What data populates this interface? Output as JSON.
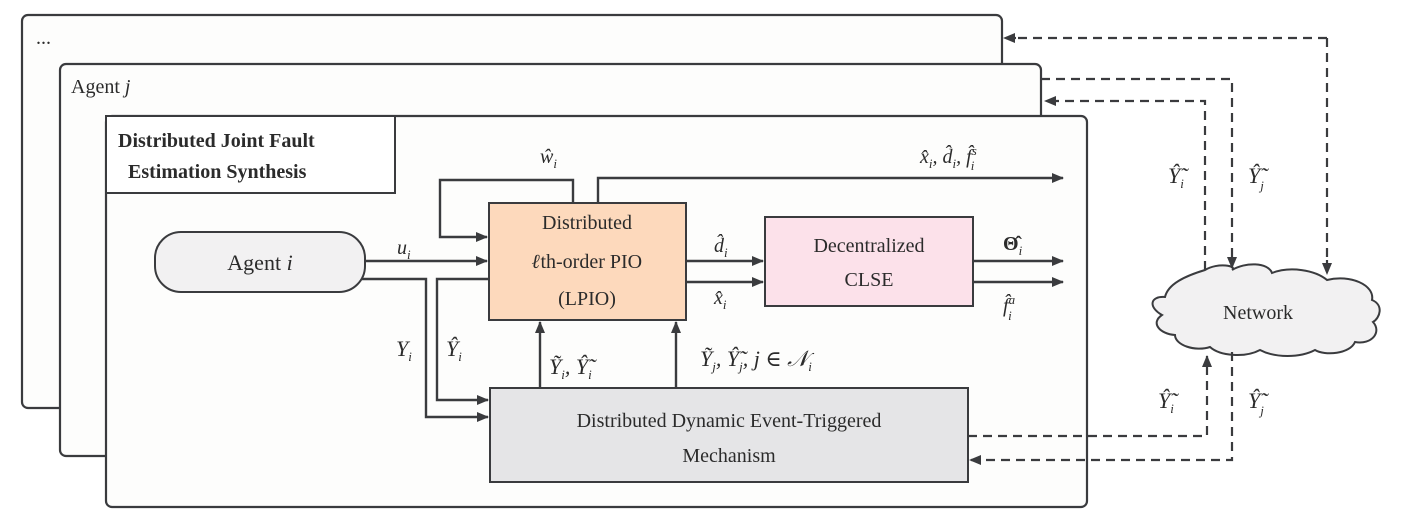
{
  "frames": {
    "outer": {
      "label": "..."
    },
    "agent_j": {
      "label_prefix": "Agent ",
      "label_var": "j"
    },
    "main": {
      "title_line1": "Distributed Joint Fault",
      "title_line2": "Estimation Synthesis"
    }
  },
  "blocks": {
    "agent_i": {
      "label_prefix": "Agent ",
      "label_var": "i",
      "fill": "#F2F1F2"
    },
    "lpio": {
      "line1": "Distributed",
      "line2_script": "ℓ",
      "line2_rest": "th-order PIO",
      "line3": "(LPIO)",
      "fill": "#FDD9BC"
    },
    "clse": {
      "line1": "Decentralized",
      "line2": "CLSE",
      "fill": "#FCE1EA"
    },
    "det": {
      "line1": "Distributed Dynamic Event-Triggered",
      "line2": "Mechanism",
      "fill": "#E5E5E7"
    },
    "network": {
      "label": "Network",
      "fill": "#F2F1F2"
    }
  },
  "signals": {
    "w_hat": {
      "base": "ŵ",
      "sub": "i"
    },
    "top_output": {
      "text": "x̂",
      "sub1": "i",
      "d": "d̂",
      "sub2": "i",
      "f": "f̂",
      "sup3": "s",
      "sub3": "i"
    },
    "u": {
      "base": "u",
      "sub": "i"
    },
    "d_hat": {
      "base": "d̂",
      "sub": "i"
    },
    "x_hat": {
      "base": "x̂",
      "sub": "i"
    },
    "theta_hat": {
      "base": "Θ̂",
      "sub": "i"
    },
    "f_a": {
      "base": "f̂",
      "sup": "a",
      "sub": "i"
    },
    "Y": {
      "base": "Y",
      "sub": "i"
    },
    "Y_hat": {
      "base": "Ŷ",
      "sub": "i"
    },
    "Y_tilde_i_pair": {
      "a": "Ỹ",
      "asub": "i",
      "b": "Ŷ̃",
      "bsub": "i"
    },
    "Y_tilde_j_pair": {
      "a": "Ỹ",
      "asub": "j",
      "b": "Ŷ̃",
      "bsub": "j",
      "tail": "j ∈ 𝒩",
      "tailsub": "i"
    },
    "net_top_i": {
      "base": "Ŷ̃",
      "sub": "i"
    },
    "net_top_j": {
      "base": "Ŷ̃",
      "sub": "j"
    },
    "net_bot_i": {
      "base": "Ŷ̃",
      "sub": "i"
    },
    "net_bot_j": {
      "base": "Ŷ̃",
      "sub": "j"
    }
  },
  "colors": {
    "line": "#3a3b3e",
    "frame_bg": "#fdfdfc"
  }
}
